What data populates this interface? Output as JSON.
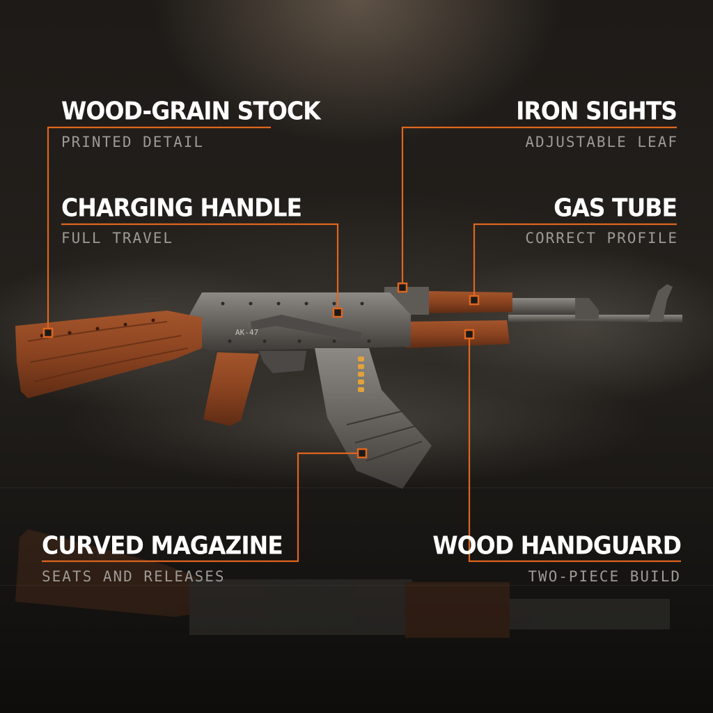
{
  "colors": {
    "accent": "#e0661e",
    "title_text": "#ffffff",
    "subtitle_text": "#9e9a95",
    "wood": "#8a4320",
    "metal": "#66625d"
  },
  "callouts": {
    "stock": {
      "title": "WOOD-GRAIN STOCK",
      "subtitle": "PRINTED DETAIL"
    },
    "charging_handle": {
      "title": "CHARGING HANDLE",
      "subtitle": "FULL TRAVEL"
    },
    "iron_sights": {
      "title": "IRON SIGHTS",
      "subtitle": "ADJUSTABLE LEAF"
    },
    "gas_tube": {
      "title": "GAS TUBE",
      "subtitle": "CORRECT PROFILE"
    },
    "magazine": {
      "title": "CURVED MAGAZINE",
      "subtitle": "SEATS AND RELEASES"
    },
    "handguard": {
      "title": "WOOD HANDGUARD",
      "subtitle": "TWO-PIECE BUILD"
    }
  },
  "model": {
    "receiver_marking": "AK-47",
    "icons": [
      "rifle-model",
      "callout-marker-icon"
    ]
  }
}
